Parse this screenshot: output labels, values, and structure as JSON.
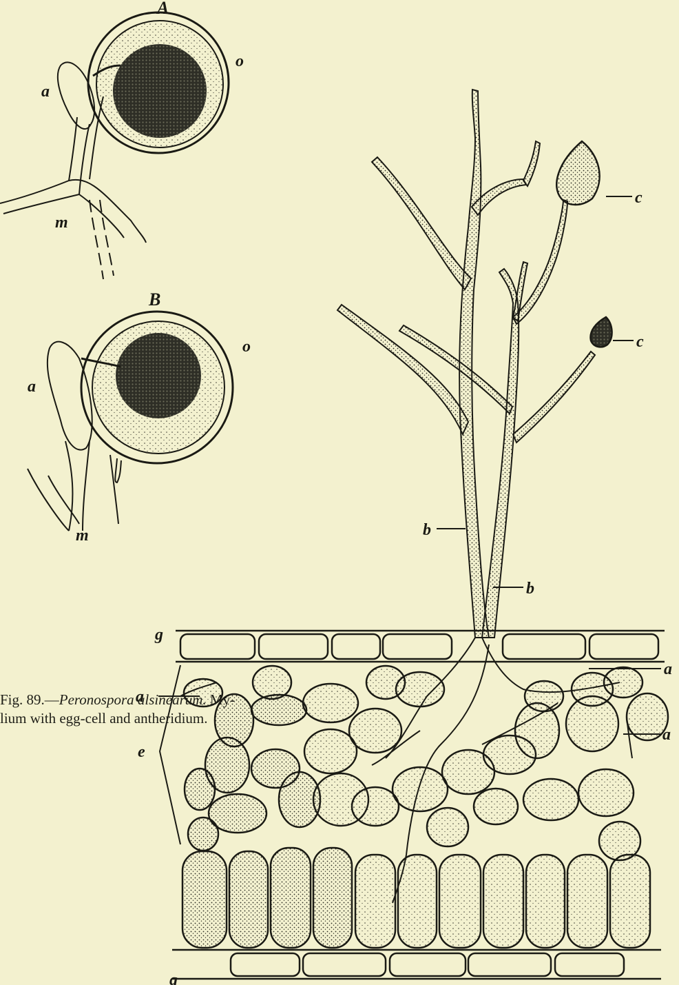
{
  "figure": {
    "panels": {
      "A": {
        "title": "A",
        "labels": {
          "antheridium": "a",
          "oogonium": "o",
          "mycelium": "m"
        }
      },
      "B": {
        "title": "B",
        "labels": {
          "antheridium": "a",
          "oogonium": "o",
          "mycelium": "m"
        }
      },
      "section": {
        "labels": {
          "conidia_upper": "c",
          "conidia_lower": "c",
          "conidiophore_left": "b",
          "conidiophore_right": "b",
          "epidermis_top": "g",
          "epidermis_bottom": "g",
          "hyphae_left": "a",
          "hyphae_right_top": "a",
          "hyphae_right_mid": "a",
          "cells_group": "e"
        }
      }
    },
    "caption": {
      "prefix": "Fig. 89.—",
      "species": "Peronospora alsinearum.",
      "text_line1_end": " My-",
      "text_line2": "lium with egg-cell and antheridium."
    }
  },
  "colors": {
    "background": "#f3f1cf",
    "ink": "#1a1a14"
  }
}
